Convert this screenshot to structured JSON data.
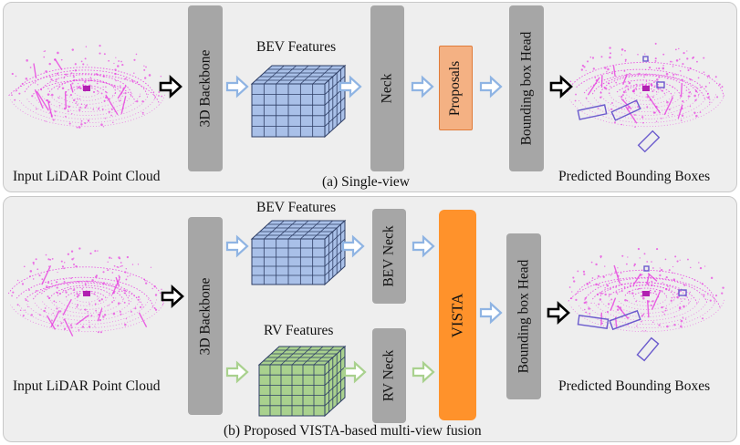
{
  "colors": {
    "panel_bg": "#eeeeee",
    "module_gray": "#a6a6a6",
    "proposals_fill": "#f4b183",
    "proposals_border": "#e07b39",
    "vista_fill": "#ff922b",
    "bev_cube": "#a9c0e8",
    "rv_cube": "#a9d18e",
    "bev_arrow": "#8fb4e3",
    "rv_arrow": "#a9d18e",
    "point_cloud": "#e83ee0"
  },
  "single_view": {
    "input_label": "Input LiDAR Point Cloud",
    "backbone_label": "3D Backbone",
    "features_label": "BEV Features",
    "neck_label": "Neck",
    "proposals_label": "Proposals",
    "head_label": "Bounding box Head",
    "output_label": "Predicted Bounding Boxes",
    "caption": "(a) Single-view"
  },
  "multi_view": {
    "input_label": "Input LiDAR Point Cloud",
    "backbone_label": "3D Backbone",
    "bev_features_label": "BEV Features",
    "rv_features_label": "RV Features",
    "bev_neck_label": "BEV Neck",
    "rv_neck_label": "RV Neck",
    "vista_label": "VISTA",
    "head_label": "Bounding box Head",
    "output_label": "Predicted Bounding Boxes",
    "caption": "(b) Proposed VISTA-based multi-view fusion"
  }
}
